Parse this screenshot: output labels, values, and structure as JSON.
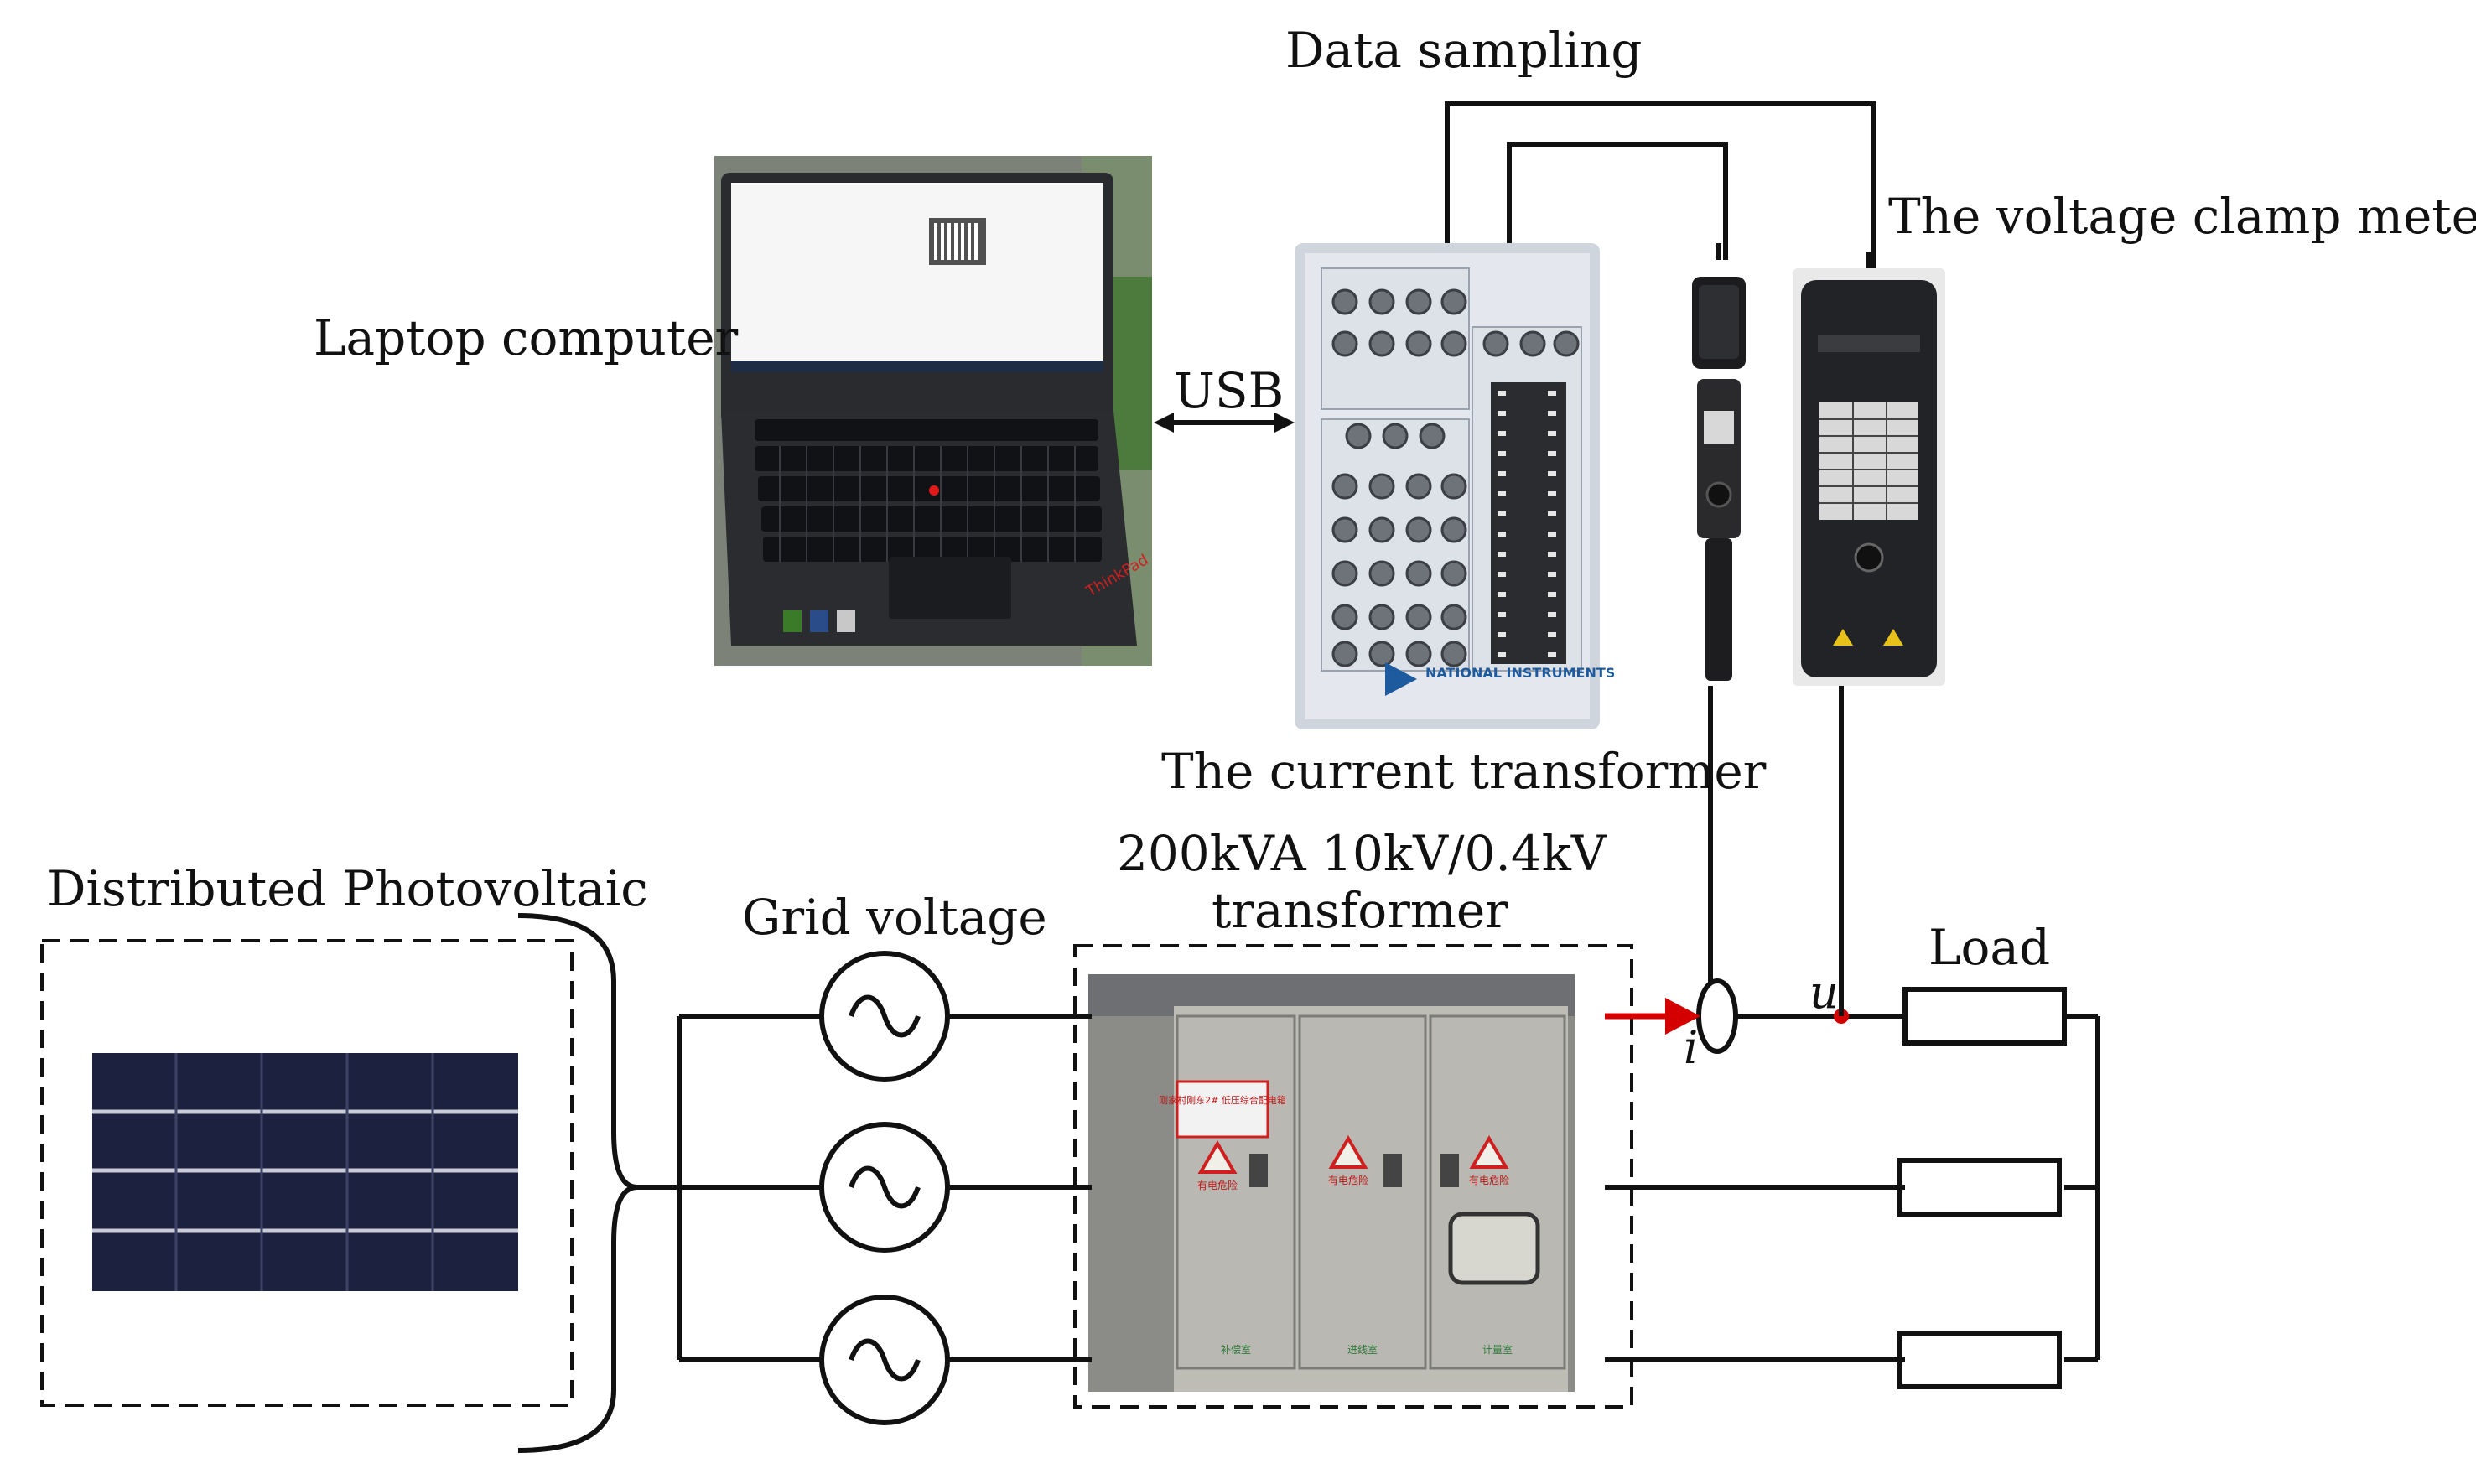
{
  "labels": {
    "data_sampling": "Data sampling",
    "voltage_clamp_meter": "The voltage clamp meter",
    "laptop_computer": "Laptop computer",
    "usb": "USB",
    "current_transformer": "The current transformer",
    "transformer_line1": "200kVA 10kV/0.4kV",
    "transformer_line2": "transformer",
    "distributed_pv": "Distributed Photovoltaic",
    "grid_voltage": "Grid voltage",
    "load": "Load",
    "voltage_symbol": "u",
    "current_symbol": "i"
  },
  "photo_text": {
    "daq_brand": "NATIONAL INSTRUMENTS",
    "laptop_brand": "ThinkPad",
    "cabinet_sign": "刚家村刚东2# 低压综合配电箱",
    "danger_label": "有电危险",
    "compartment_1": "补偿室",
    "compartment_2": "进线室",
    "compartment_3": "计量室"
  },
  "colors": {
    "line": "#111111",
    "current_arrow": "#d40000",
    "measurement_point": "#d40000",
    "pv_panel": "#1d2140",
    "cabinet": "#b8b8b0",
    "daq_panel": "#dfe4ea"
  }
}
